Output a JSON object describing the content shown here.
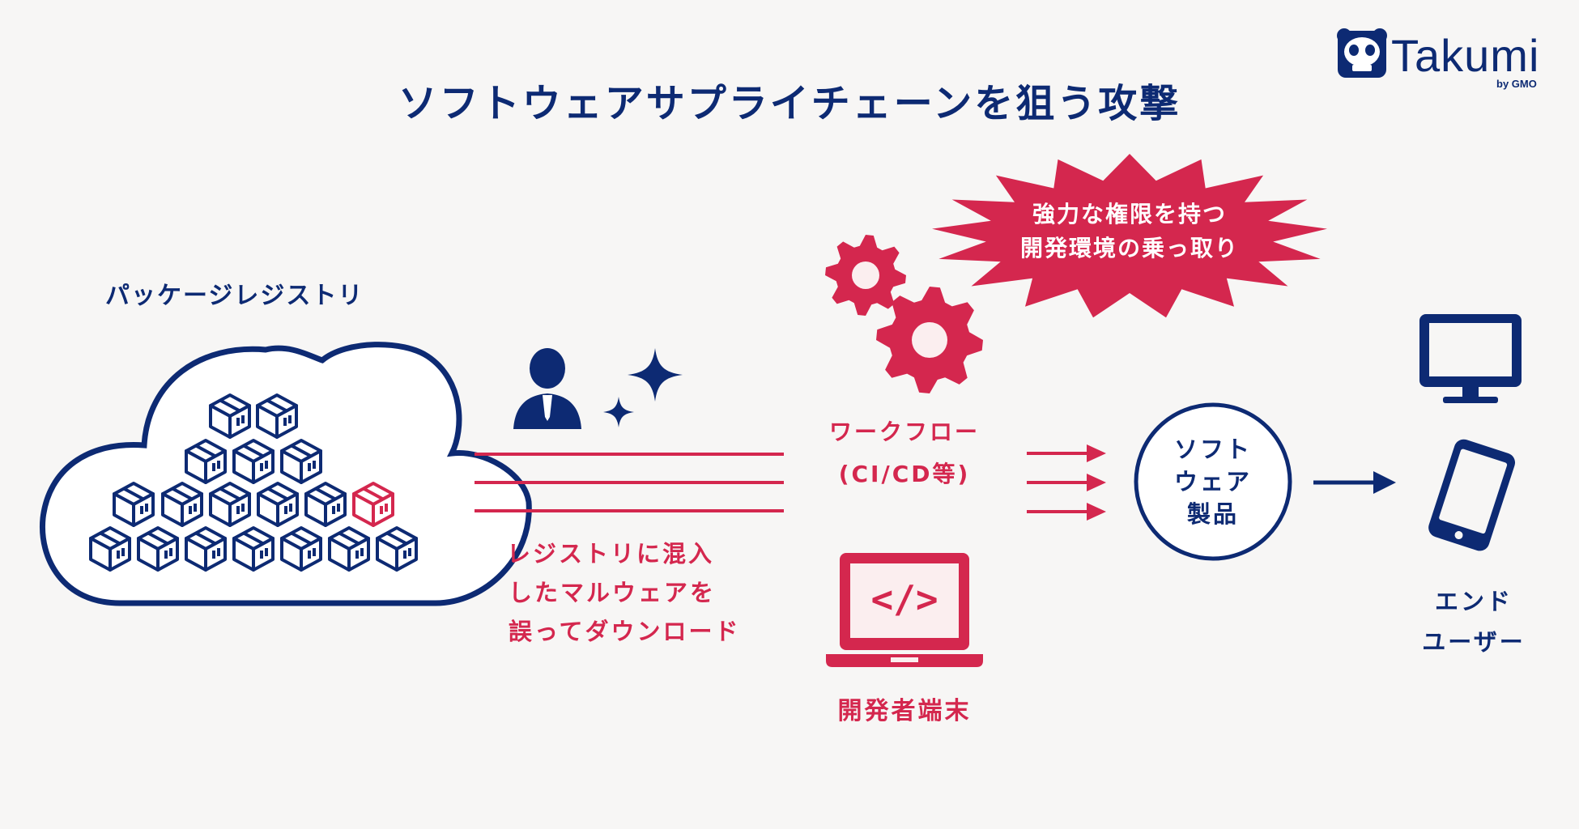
{
  "title": "ソフトウェアサプライチェーンを狙う攻撃",
  "logo": {
    "name": "Takumi",
    "byline": "by GMO"
  },
  "registry": {
    "label": "パッケージレジストリ"
  },
  "attack": {
    "lines": [
      "レジストリに混入",
      "したマルウェアを",
      "誤ってダウンロード"
    ]
  },
  "workflow": {
    "lines": [
      "ワークフロー",
      "(CI/CD等)"
    ]
  },
  "dev_terminal": {
    "label": "開発者端末"
  },
  "burst": {
    "lines": [
      "強力な権限を持つ",
      "開発環境の乗っ取り"
    ]
  },
  "product": {
    "lines": [
      "ソフト",
      "ウェア",
      "製品"
    ]
  },
  "end_user": {
    "lines": [
      "エンド",
      "ユーザー"
    ]
  },
  "code_glyph": "</>",
  "colors": {
    "navy": "#0d2a73",
    "red": "#d4274e",
    "panel_bg": "#fbeeef",
    "background": "#f7f6f5"
  },
  "icons": [
    "panda-logo-icon",
    "cloud-icon",
    "package-box-icon",
    "malicious-package-icon",
    "attacker-person-icon",
    "sparkle-icon",
    "gear-icon",
    "laptop-icon",
    "explosion-burst-icon",
    "arrow-right-icon",
    "monitor-icon",
    "smartphone-icon"
  ]
}
